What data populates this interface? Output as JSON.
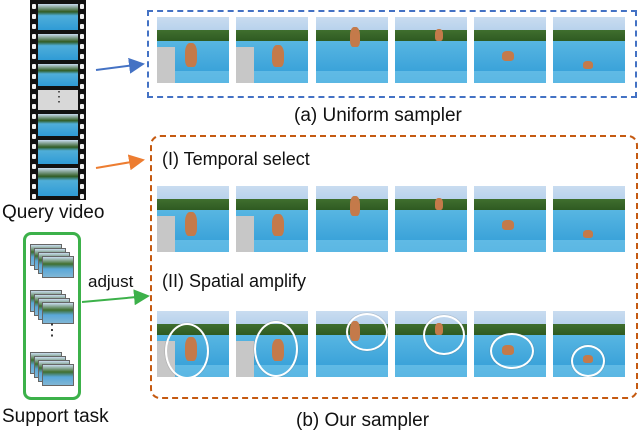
{
  "labels": {
    "query_video": "Query video",
    "support_task": "Support task",
    "adjust": "adjust",
    "uniform_sampler": "(a) Uniform sampler",
    "temporal_select": "(I) Temporal select",
    "spatial_amplify": "(II) Spatial amplify",
    "our_sampler": "(b) Our sampler",
    "ellipsis": "⋮"
  },
  "colors": {
    "uniform_box": "#4472c4",
    "our_box": "#c55a11",
    "support_box": "#3cb14a",
    "arrow_blue": "#4472c4",
    "arrow_orange": "#ed7d31",
    "arrow_green": "#3cb14a"
  },
  "rows": {
    "uniform": [
      "uniform-frame-1",
      "uniform-frame-2",
      "uniform-frame-3",
      "uniform-frame-4",
      "uniform-frame-5",
      "uniform-frame-6"
    ],
    "temporal": [
      "temporal-frame-1",
      "temporal-frame-2",
      "temporal-frame-3",
      "temporal-frame-4",
      "temporal-frame-5",
      "temporal-frame-6"
    ],
    "spatial": [
      "spatial-frame-1",
      "spatial-frame-2",
      "spatial-frame-3",
      "spatial-frame-4",
      "spatial-frame-5",
      "spatial-frame-6"
    ]
  }
}
